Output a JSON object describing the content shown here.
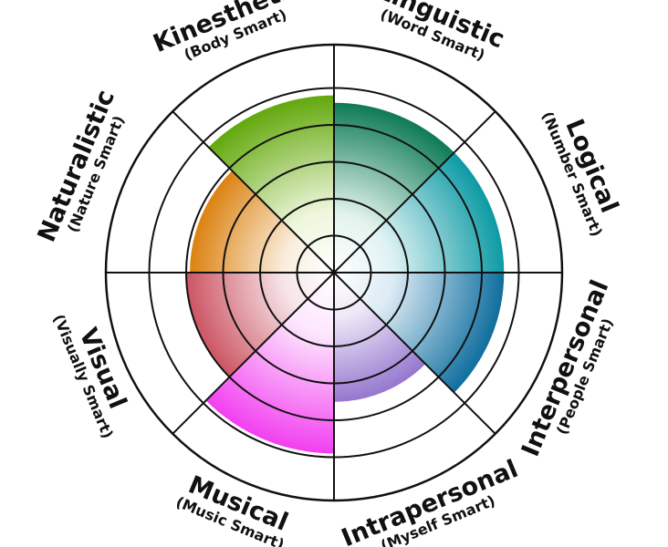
{
  "chart_data": {
    "type": "radial-bar",
    "scale_max": 5,
    "categories": [
      {
        "name": "Linguistic",
        "subtitle": "(Word Smart)",
        "value": 4.6,
        "color_light": "#e2f3ec",
        "color_dark": "#0e7a55"
      },
      {
        "name": "Logical",
        "subtitle": "(Number Smart)",
        "value": 4.6,
        "color_light": "#dff2f4",
        "color_dark": "#0c9aa4"
      },
      {
        "name": "Interpersonal",
        "subtitle": "(People Smart)",
        "value": 4.6,
        "color_light": "#dcebf5",
        "color_dark": "#0f6e9e"
      },
      {
        "name": "Intrapersonal",
        "subtitle": "(Myself Smart)",
        "value": 3.5,
        "color_light": "#eee8f7",
        "color_dark": "#9577cf"
      },
      {
        "name": "Musical",
        "subtitle": "(Music Smart)",
        "value": 4.9,
        "color_light": "#fde6fd",
        "color_dark": "#f23ff0"
      },
      {
        "name": "Visual",
        "subtitle": "(Visually Smart)",
        "value": 4.0,
        "color_light": "#f6e4e8",
        "color_dark": "#cc5563"
      },
      {
        "name": "Naturalistic",
        "subtitle": "(Nature Smart)",
        "value": 3.9,
        "color_light": "#faeedd",
        "color_dark": "#dc8211"
      },
      {
        "name": "Kinesthetic",
        "subtitle": "(Body Smart)",
        "value": 4.8,
        "color_light": "#eef6dc",
        "color_dark": "#62a80c"
      }
    ]
  }
}
